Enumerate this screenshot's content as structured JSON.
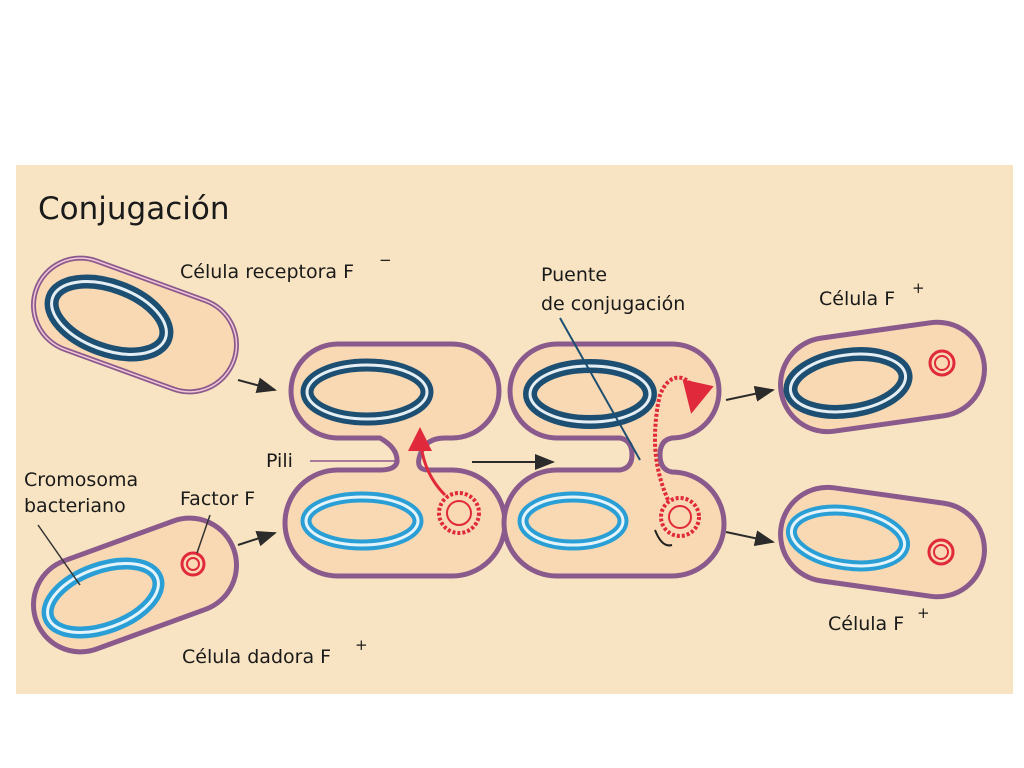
{
  "diagram": {
    "title": "Conjugación",
    "labels": {
      "receptor_cell": "Célula receptora F",
      "receptor_sign": "−",
      "donor_cell": "Célula dadora F",
      "donor_sign": "+",
      "chromosome_line1": "Cromosoma",
      "chromosome_line2": "bacteriano",
      "factor_f": "Factor F",
      "pili": "Pili",
      "bridge_line1": "Puente",
      "bridge_line2": "de conjugación",
      "result_cell_top": "Célula F",
      "result_cell_top_sign": "+",
      "result_cell_bottom": "Célula F",
      "result_cell_bottom_sign": "+"
    },
    "colors": {
      "panel_background": "#f8e4c2",
      "cell_fill": "#f9d8b4",
      "cell_membrane": "#8a5a8c",
      "receptor_chromosome": "#1d4f73",
      "donor_chromosome": "#2a9fd6",
      "plasmid": "#e0293a",
      "arrow": "#2b2b2b"
    }
  }
}
